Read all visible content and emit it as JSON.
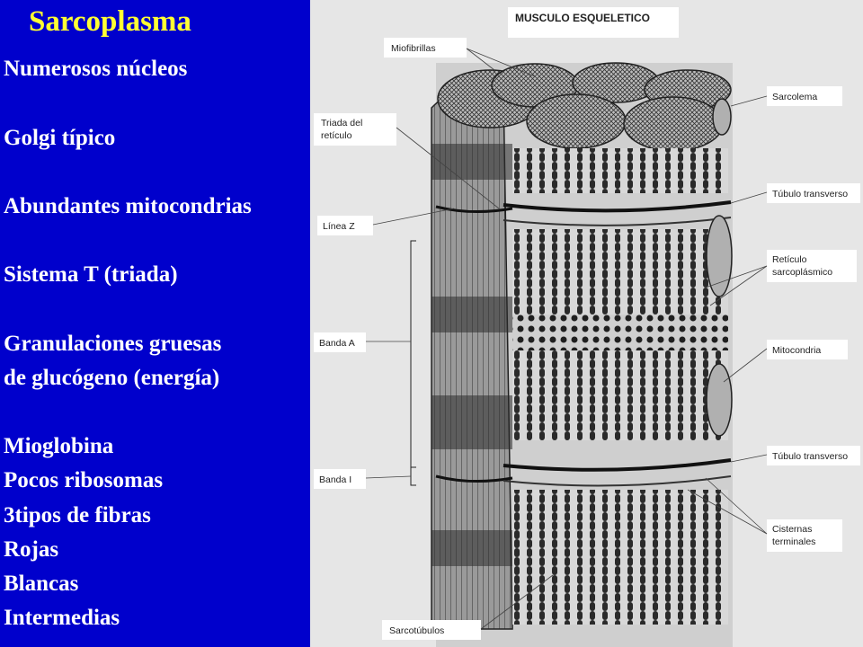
{
  "slide": {
    "title": "Sarcoplasma",
    "bullets": [
      "Numerosos núcleos",
      "Golgi típico",
      "Abundantes mitocondrias",
      "Sistema T (triada)",
      "Granulaciones gruesas",
      "de glucógeno (energía)",
      "Mioglobina",
      "Pocos ribosomas",
      "3tipos de fibras",
      "Rojas",
      "Blancas",
      "Intermedias"
    ],
    "colors": {
      "background": "#0000cc",
      "title": "#ffff33",
      "text": "#ffffff"
    }
  },
  "diagram": {
    "title": "MUSCULO ESQUELETICO",
    "labels": {
      "miofibrillas": "Miofibrillas",
      "triada_1": "Triada del",
      "triada_2": "retículo",
      "sarcolema": "Sarcolema",
      "tubulo_transverso_top": "Túbulo transverso",
      "linea_z": "Línea Z",
      "reticulo_1": "Retículo",
      "reticulo_2": "sarcoplásmico",
      "banda_a": "Banda A",
      "mitocondria": "Mitocondria",
      "tubulo_transverso_bottom": "Túbulo transverso",
      "banda_i": "Banda I",
      "cisternas_1": "Cisternas",
      "cisternas_2": "terminales",
      "sarcotubulos": "Sarcotúbulos"
    }
  }
}
